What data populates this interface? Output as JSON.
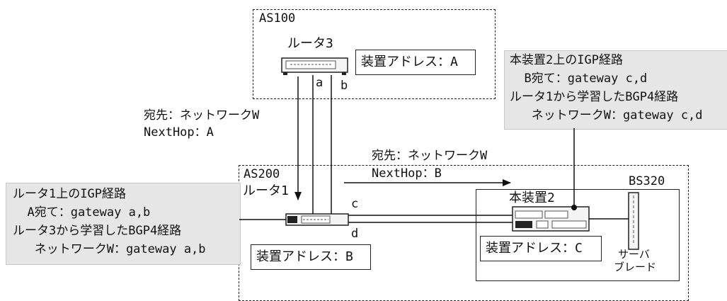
{
  "as100": {
    "label": "AS100",
    "router3_label": "ルータ3",
    "address": "装置アドレス：A"
  },
  "as200": {
    "label": "AS200",
    "router1_label": "ルータ1",
    "address_b": "装置アドレス：B"
  },
  "bs320": {
    "label": "BS320",
    "device2_label": "本装置2",
    "address_c": "装置アドレス：C",
    "server_blade_1": "サーバ",
    "server_blade_2": "ブレード"
  },
  "ports": {
    "a": "a",
    "b": "b",
    "c": "c",
    "d": "d"
  },
  "msg_down": {
    "line1": "宛先：ネットワークW",
    "line2": "NextHop：A"
  },
  "msg_right": {
    "line1": "宛先：ネットワークW",
    "line2": "NextHop：B"
  },
  "router1_routes": {
    "line1": "ルータ1上のIGP経路",
    "line2": "  A宛て：gateway a,b",
    "line3": "ルータ3から学習したBGP4経路",
    "line4": "   ネットワークW：gateway a,b"
  },
  "device2_routes": {
    "line1": "本装置2上のIGP経路",
    "line2": "  B宛て：gateway c,d",
    "line3": "ルータ1から学習したBGP4経路",
    "line4": "   ネットワークW：gateway c,d"
  }
}
